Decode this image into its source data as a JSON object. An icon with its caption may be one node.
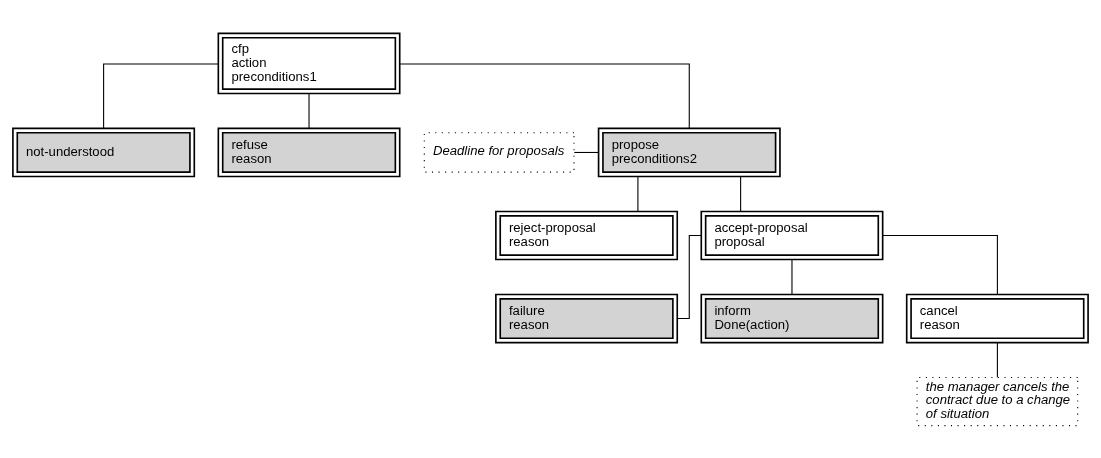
{
  "diagram": {
    "nodes": [
      {
        "text": [
          "cfp",
          "action",
          "preconditions1"
        ]
      },
      {
        "text": [
          "not-understood"
        ]
      },
      {
        "text": [
          "refuse",
          "reason"
        ]
      },
      {
        "text": [
          "propose",
          "preconditions2"
        ]
      },
      {
        "text": [
          "Deadline for proposals"
        ]
      },
      {
        "text": [
          "reject-proposal",
          "reason"
        ]
      },
      {
        "text": [
          "accept-proposal",
          "proposal"
        ]
      },
      {
        "text": [
          "failure",
          "reason"
        ]
      },
      {
        "text": [
          "inform",
          "Done(action)"
        ]
      },
      {
        "text": [
          "cancel",
          "reason"
        ]
      },
      {
        "text": [
          "the manager cancels the contract due to a change of situation"
        ]
      }
    ],
    "edges": [
      {
        "from": 0,
        "to": 1,
        "arrow": "none"
      },
      {
        "from": 0,
        "to": 2,
        "arrow": "none"
      },
      {
        "from": 0,
        "to": 3,
        "arrow": "none"
      },
      {
        "from": 4,
        "to": 3,
        "arrow": "none"
      },
      {
        "from": 3,
        "to": 5,
        "arrow": "none"
      },
      {
        "from": 3,
        "to": 6,
        "arrow": "none"
      },
      {
        "from": 6,
        "to": 7,
        "arrow": "none"
      },
      {
        "from": 6,
        "to": 8,
        "arrow": "none"
      },
      {
        "from": 6,
        "to": 9,
        "arrow": "none"
      },
      {
        "from": 9,
        "to": 10,
        "arrow": "none"
      }
    ]
  }
}
